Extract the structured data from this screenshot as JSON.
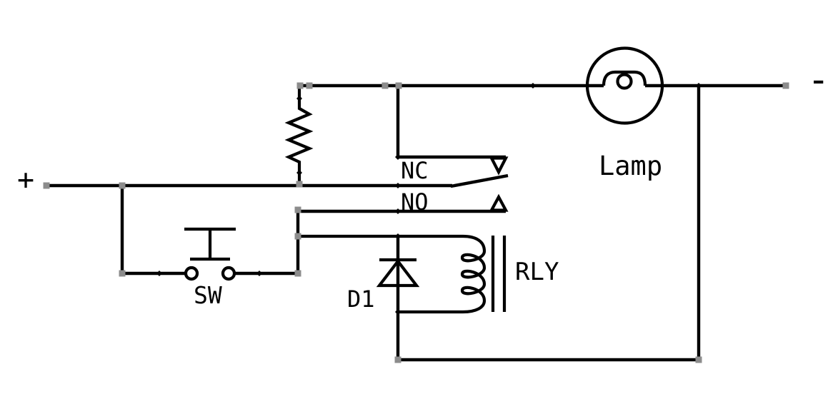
{
  "schematic": {
    "type": "relay-lamp-circuit",
    "background_color": "#ffffff",
    "ink_color": "#000000",
    "grip_color": "#8c8c8c",
    "terminals": {
      "positive": "+",
      "negative": "-"
    },
    "labels": {
      "nc": "NC",
      "no": "NO",
      "lamp": "Lamp",
      "relay": "RLY",
      "diode": "D1",
      "switch": "SW"
    },
    "components": [
      {
        "id": "resistor",
        "type": "resistor-symbol",
        "label": ""
      },
      {
        "id": "lamp",
        "type": "incandescent-lamp-symbol",
        "label": "Lamp"
      },
      {
        "id": "relay-coil",
        "type": "relay-coil-with-core",
        "label": "RLY"
      },
      {
        "id": "relay-contacts",
        "type": "spdt-changeover-contact",
        "nc_label": "NC",
        "no_label": "NO"
      },
      {
        "id": "flyback-diode",
        "type": "diode-symbol",
        "label": "D1"
      },
      {
        "id": "pushbutton",
        "type": "momentary-pushbutton-switch",
        "label": "SW"
      }
    ]
  }
}
